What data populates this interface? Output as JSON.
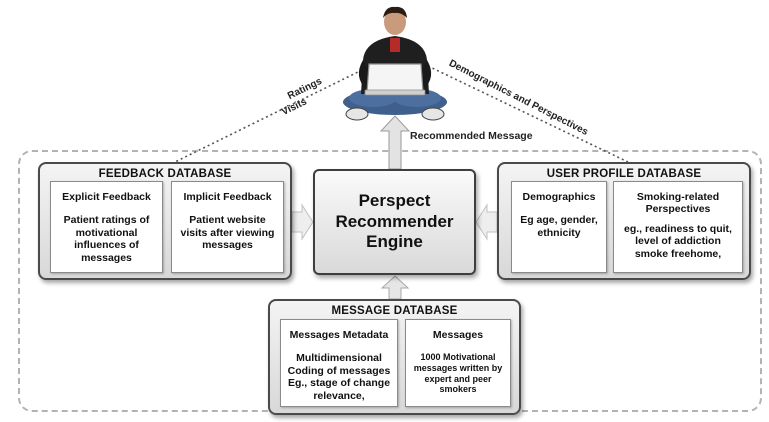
{
  "top_labels": {
    "ratings": "Ratings",
    "visits": "Visits",
    "demographics_perspectives": "Demographics and Perspectives",
    "recommended_message": "Recommended Message"
  },
  "engine": {
    "label": "Perspect\nRecommender\nEngine"
  },
  "feedback_db": {
    "title": "FEEDBACK DATABASE",
    "explicit": {
      "heading": "Explicit Feedback",
      "body": "Patient ratings of motivational influences of messages"
    },
    "implicit": {
      "heading": "Implicit Feedback",
      "body": "Patient website visits after viewing messages"
    }
  },
  "user_profile_db": {
    "title": "USER PROFILE DATABASE",
    "demographics": {
      "heading": "Demographics",
      "body": "Eg age, gender, ethnicity"
    },
    "smoking": {
      "heading": "Smoking-related Perspectives",
      "body": "eg., readiness to quit, level of addiction smoke freehome,"
    }
  },
  "message_db": {
    "title": "MESSAGE DATABASE",
    "metadata": {
      "heading": "Messages Metadata",
      "body": "Multidimensional Coding of messages Eg., stage of change relevance,"
    },
    "messages": {
      "heading": "Messages",
      "body": "1000 Motivational messages written by expert and peer smokers"
    }
  },
  "colors": {
    "box_border": "#4a4a4a",
    "arrow_fill": "#e3e3e3",
    "dash": "#b3b3b3"
  },
  "icons": {
    "user": "person-with-laptop-icon"
  }
}
